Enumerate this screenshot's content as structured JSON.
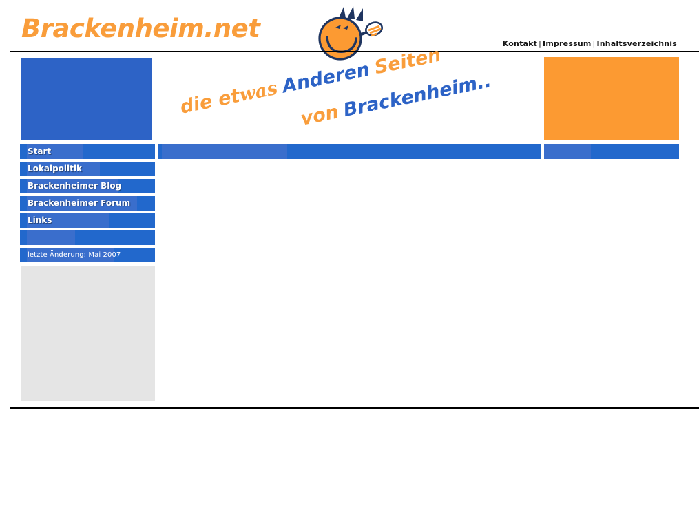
{
  "site": {
    "logo_text": "Brackenheim.net",
    "logo_color": "#f99d3b",
    "accent_blue": "#2268cc",
    "accent_blue_light": "#3a6ecc",
    "accent_orange": "#fc9a32",
    "block_blue": "#2d63c6",
    "panel_gray": "#e5e5e5"
  },
  "header": {
    "links": [
      {
        "label": "Kontakt"
      },
      {
        "label": "Impressum"
      },
      {
        "label": "Inhaltsverzeichnis"
      }
    ],
    "separator": "|",
    "smiley_icon": "smiley-face-mascot-icon"
  },
  "tagline": {
    "line1_part1": "die et",
    "line1_part2": "was",
    "line1_part3": "Anderen",
    "line1_part4": "Seiten",
    "line2_part1": "von",
    "line2_part2": "Brackenheim.."
  },
  "sidebar": {
    "items": [
      {
        "label": "Start",
        "highlight_width": 82
      },
      {
        "label": "Lokalpolitik",
        "highlight_width": 106
      },
      {
        "label": "Brackenheimer Blog",
        "highlight_width": 133
      },
      {
        "label": "Brackenheimer Forum",
        "highlight_width": 160
      },
      {
        "label": "Links",
        "highlight_width": 120
      },
      {
        "label": "",
        "highlight_width": 70
      }
    ],
    "meta": {
      "label": "letzte Änderung: Mai 2007",
      "highlight_width": 127
    }
  }
}
